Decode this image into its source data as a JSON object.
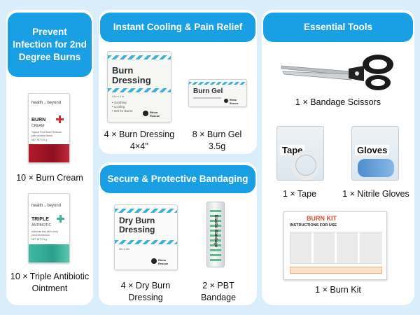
{
  "col1": {
    "header": "Prevent Infection for 2nd Degree Burns",
    "burn_cream": {
      "brand": "health→beyond",
      "name": "BURN",
      "sub": "CREAM",
      "desc": "Topical First Relief Relieves pain of minor burns",
      "weight": "NET WT 0.9 g",
      "caption": "10 × Burn Cream"
    },
    "triple": {
      "brand": "health→beyond",
      "name": "TRIPLE",
      "sub": "ANTIBIOTIC",
      "desc": "Antibiotic first aid to help prevent infection",
      "weight": "NET WT 0.9 g",
      "caption": "10 × Triple Antibiotic Ointment"
    }
  },
  "col2": {
    "header1": "Instant Cooling & Pain Relief",
    "burn_dressing": {
      "title": "Burn Dressing",
      "size": "4 in x 4 in",
      "bullets": [
        "• Soothing",
        "• Cooling",
        "• Gel for Burns"
      ],
      "logo": "Rhino Rescue",
      "caption": "4 × Burn Dressing 4×4''"
    },
    "burn_gel": {
      "title": "Burn Gel",
      "logo": "Rhino Rescue",
      "caption": "8 × Burn Gel 3.5g"
    },
    "header2": "Secure & Protective Bandaging",
    "dry_dressing": {
      "title": "Dry Burn Dressing",
      "size": "4in x 4in",
      "logo": "Rhino Rescue",
      "caption": "4 × Dry Burn Dressing"
    },
    "pbt": {
      "label": "Elastic Bandage",
      "caption": "2 × PBT Bandage"
    }
  },
  "col3": {
    "header": "Essential Tools",
    "scissors": {
      "caption": "1 × Bandage Scissors"
    },
    "tape": {
      "label": "Tape",
      "caption": "1 × Tape"
    },
    "gloves": {
      "label": "Gloves",
      "caption": "1 × Nitrile Gloves"
    },
    "burn_kit": {
      "title": "BURN KIT",
      "subtitle": "INSTRUCTIONS FOR USE",
      "caption": "1 × Burn Kit"
    }
  },
  "colors": {
    "accent": "#19a0e4",
    "background": "#d9eefa",
    "panel": "#ffffff"
  }
}
